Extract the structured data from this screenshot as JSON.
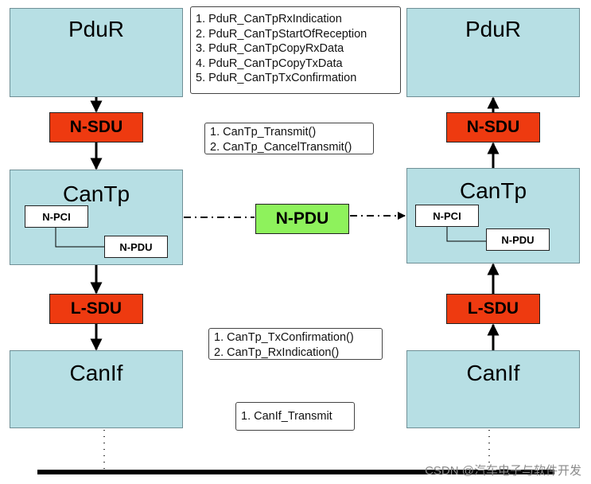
{
  "left_stack": {
    "pdur_label": "PduR",
    "nsdu_label": "N-SDU",
    "cantp_label": "CanTp",
    "npci_label": "N-PCI",
    "npdu_label": "N-PDU",
    "lsdu_label": "L-SDU",
    "canif_label": "CanIf"
  },
  "right_stack": {
    "pdur_label": "PduR",
    "nsdu_label": "N-SDU",
    "cantp_label": "CanTp",
    "npci_label": "N-PCI",
    "npdu_label": "N-PDU",
    "lsdu_label": "L-SDU",
    "canif_label": "CanIf"
  },
  "center_npdu_label": "N-PDU",
  "callouts": {
    "pdur_api": [
      "1. PduR_CanTpRxIndication",
      "2. PduR_CanTpStartOfReception",
      "3. PduR_CanTpCopyRxData",
      "4. PduR_CanTpCopyTxData",
      "5. PduR_CanTpTxConfirmation"
    ],
    "cantp_api": [
      "1. CanTp_Transmit()",
      "2. CanTp_CancelTransmit()"
    ],
    "cantp_callbacks": [
      "1. CanTp_TxConfirmation()",
      "2. CanTp_RxIndication()"
    ],
    "canif_api": [
      "1. CanIf_Transmit"
    ]
  },
  "watermark": "CSDN @汽车电子与软件开发",
  "colors": {
    "layer_fill": "#b7dfe4",
    "sdu_fill": "#ee3a10",
    "npdu_fill": "#8ef25c"
  }
}
